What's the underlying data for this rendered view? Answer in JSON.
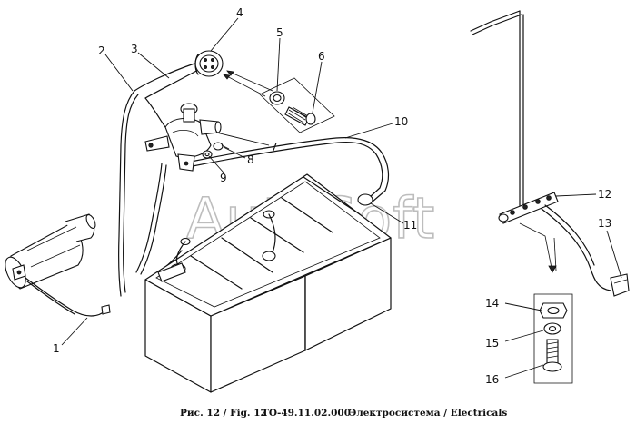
{
  "diagram": {
    "watermark": "AutoSoft",
    "caption": {
      "fig": "Рис. 12 / Fig. 12",
      "code": "ТО-49.11.02.000",
      "title": "Электросистема / Electricals"
    },
    "callouts": [
      "1",
      "2",
      "3",
      "4",
      "5",
      "6",
      "7",
      "8",
      "9",
      "10",
      "11",
      "12",
      "13",
      "14",
      "15",
      "16"
    ]
  }
}
